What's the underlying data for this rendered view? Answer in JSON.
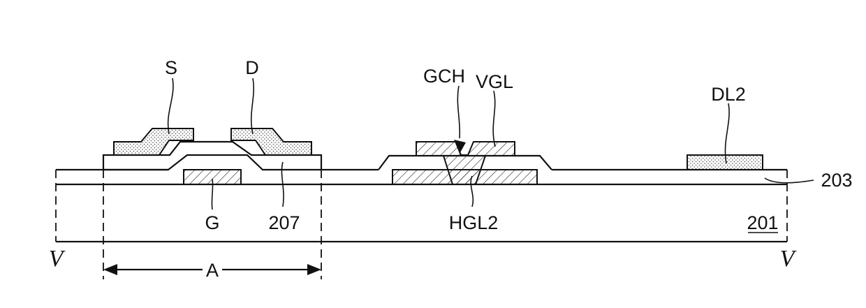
{
  "labels": {
    "source": "S",
    "drain": "D",
    "gate": "G",
    "insulator": "207",
    "gate_channel": "GCH",
    "vertical_gate_line": "VGL",
    "horizontal_gate_line": "HGL2",
    "data_line": "DL2",
    "layer_203": "203",
    "substrate": "201",
    "section_left": "V",
    "section_right": "V",
    "region": "A"
  }
}
